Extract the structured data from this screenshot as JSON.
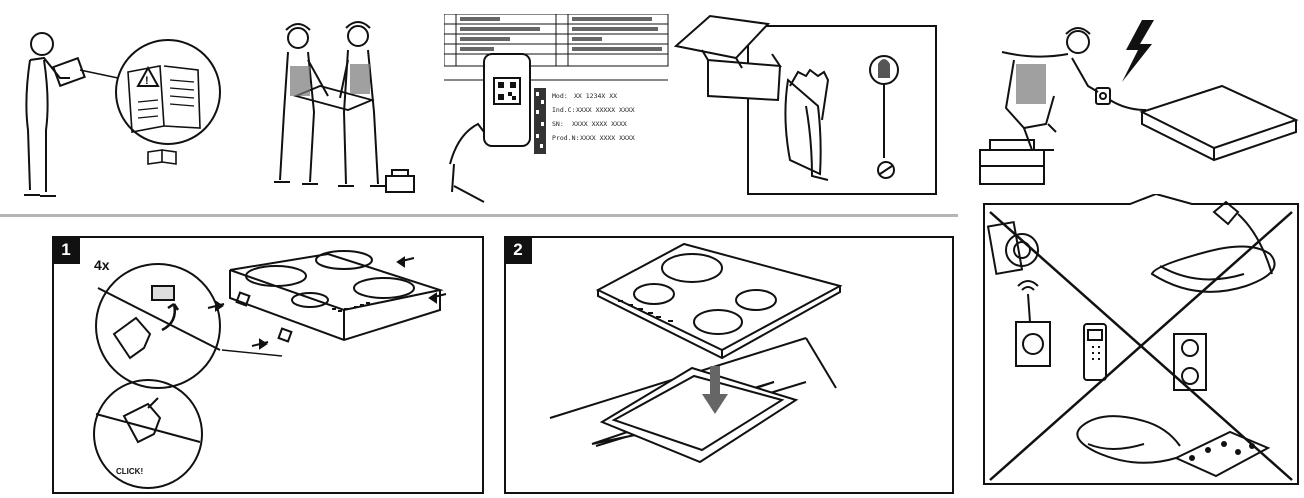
{
  "steps": {
    "step1": "1",
    "step2": "2"
  },
  "step1_labels": {
    "count": "4x",
    "click": "CLICK!"
  },
  "rating_plate": {
    "mod": "Mod:",
    "mod_value": "XX 1234X XX",
    "ind": "Ind.C:",
    "ind_value": "XXXX XXXXX XXXX",
    "sn": "SN:",
    "sn_value": "XXXX XXXX XXXX",
    "prod": "Prod.N:",
    "prod_value": "XXXX XXXX XXXX"
  },
  "icons": {
    "book": "open-book-icon",
    "warning": "warning-triangle-icon",
    "qr": "qr-code-icon",
    "lightning": "lightning-bolt-icon",
    "arrow": "arrow-down-icon",
    "cross": "prohibited-cross-icon"
  },
  "colors": {
    "ink": "#111111",
    "divider": "#b5b5b5",
    "bolt": "#111111"
  }
}
